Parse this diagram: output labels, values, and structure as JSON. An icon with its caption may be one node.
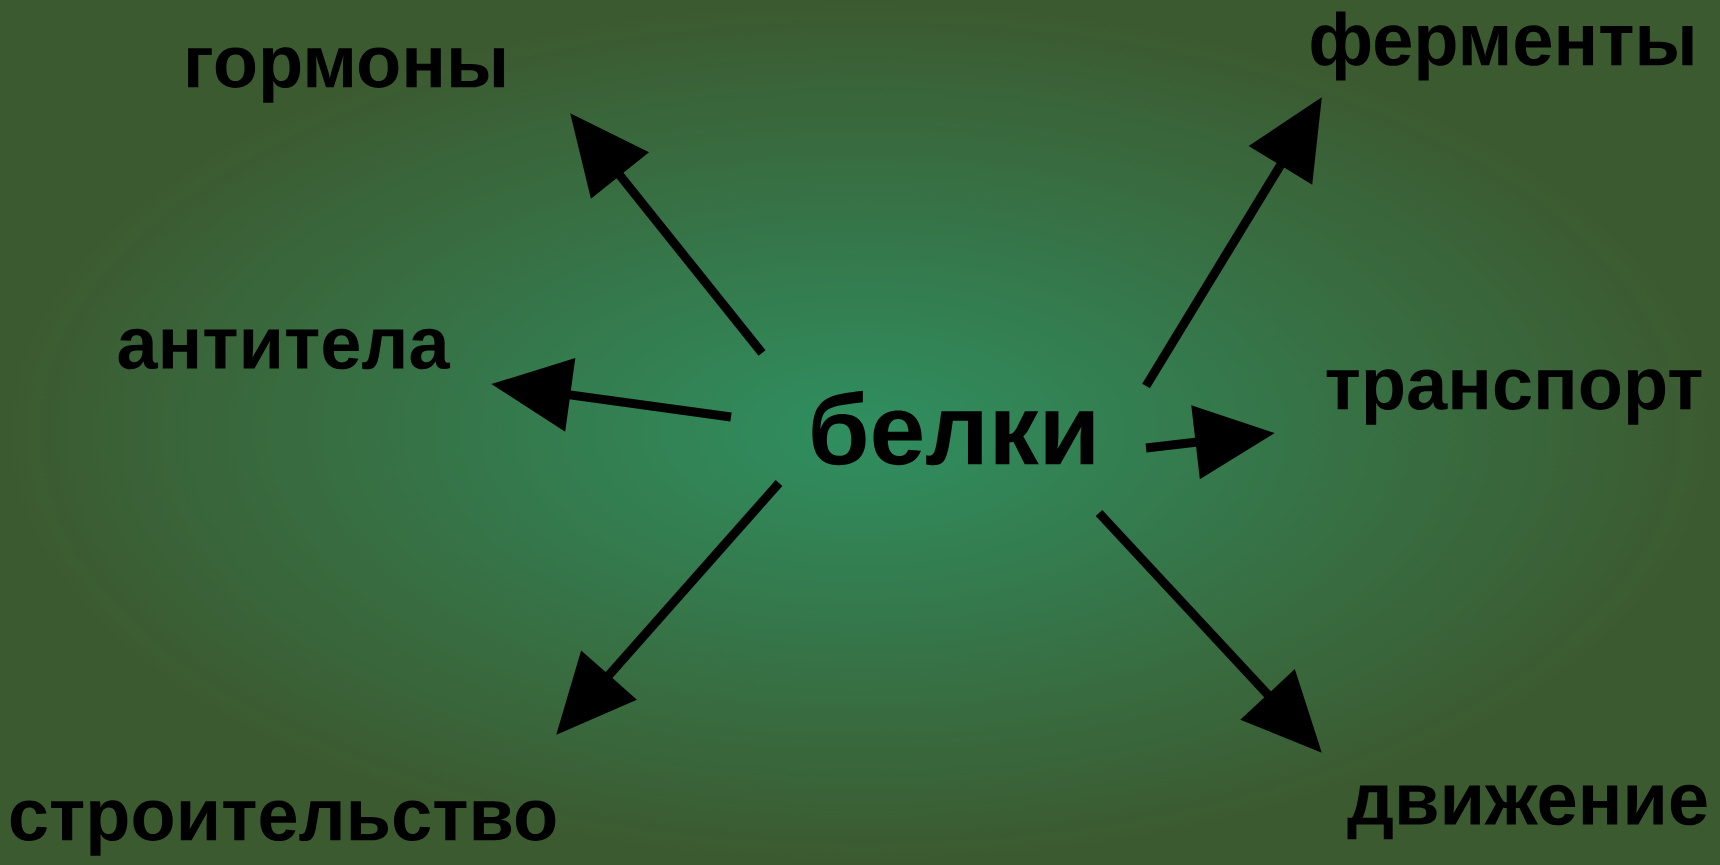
{
  "diagram": {
    "nodes": [
      {
        "text": [
          "белки"
        ]
      },
      {
        "text": [
          "гормоны"
        ]
      },
      {
        "text": [
          "антитела"
        ]
      },
      {
        "text": [
          "строительство"
        ]
      },
      {
        "text": [
          "ферменты"
        ]
      },
      {
        "text": [
          "транспорт"
        ]
      },
      {
        "text": [
          "движение"
        ]
      }
    ],
    "edges": [
      {
        "from": 0,
        "to": 1,
        "arrow": "to"
      },
      {
        "from": 0,
        "to": 2,
        "arrow": "to"
      },
      {
        "from": 0,
        "to": 3,
        "arrow": "to"
      },
      {
        "from": 0,
        "to": 4,
        "arrow": "to"
      },
      {
        "from": 0,
        "to": 5,
        "arrow": "to"
      },
      {
        "from": 0,
        "to": 6,
        "arrow": "to"
      }
    ]
  }
}
